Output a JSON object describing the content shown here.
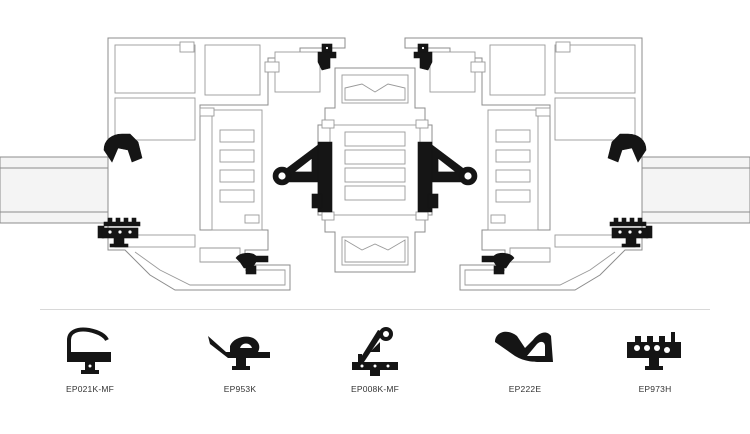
{
  "legend": {
    "items": [
      {
        "label": "EP021K-MF",
        "icon": "gasket-ep021k-mf-icon"
      },
      {
        "label": "EP953K",
        "icon": "gasket-ep953k-icon"
      },
      {
        "label": "EP008K-MF",
        "icon": "gasket-ep008k-mf-icon"
      },
      {
        "label": "EP222E",
        "icon": "gasket-ep222e-icon"
      },
      {
        "label": "EP973H",
        "icon": "gasket-ep973h-icon"
      }
    ]
  },
  "colors": {
    "gasket": "#151515",
    "profile_stroke": "#8c8c8c",
    "background": "#ffffff"
  }
}
